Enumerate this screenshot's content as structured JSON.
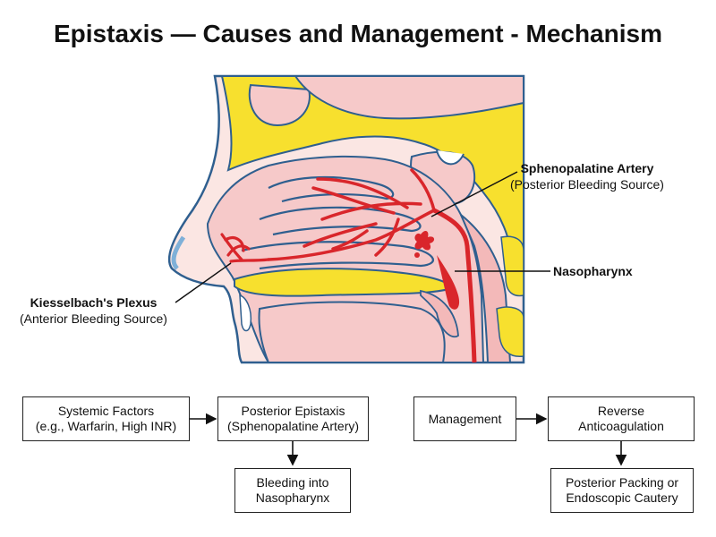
{
  "title": "Epistaxis — Causes and Management - Mechanism",
  "labels": {
    "sphenopalatine": {
      "name": "Sphenopalatine Artery",
      "note": "(Posterior Bleeding Source)"
    },
    "nasopharynx": {
      "name": "Nasopharynx"
    },
    "kiesselbach": {
      "name": "Kiesselbach's Plexus",
      "note": "(Anterior Bleeding Source)"
    }
  },
  "flowchart": {
    "systemic": {
      "line1": "Systemic Factors",
      "line2": "(e.g., Warfarin, High INR)"
    },
    "posterior": {
      "line1": "Posterior Epistaxis",
      "line2": "(Sphenopalatine Artery)"
    },
    "bleeding": {
      "line1": "Bleeding into",
      "line2": "Nasopharynx"
    },
    "management": {
      "line1": "Management"
    },
    "reverse": {
      "line1": "Reverse",
      "line2": "Anticoagulation"
    },
    "packing": {
      "line1": "Posterior Packing or",
      "line2": "Endoscopic Cautery"
    }
  },
  "colors": {
    "bone": "#f7e02e",
    "mucosa": "#f6c9c9",
    "artery": "#d9262b",
    "outline": "#2f5f8f"
  }
}
